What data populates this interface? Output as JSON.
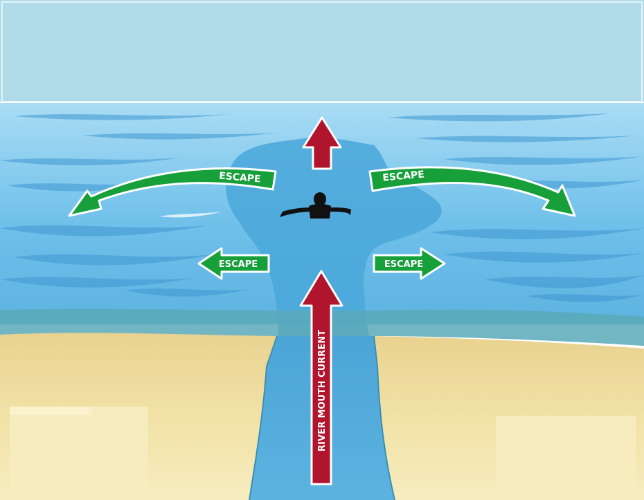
{
  "labels": {
    "escape_upper_left": "ESCAPE",
    "escape_upper_right": "ESCAPE",
    "escape_lower_left": "ESCAPE",
    "escape_lower_right": "ESCAPE",
    "current": "RIVER MOUTH CURRENT"
  },
  "colors": {
    "sky": "#b2dbea",
    "sea": "#6cbfe8",
    "current_water": "#4aa6d8",
    "sand": "#f2e3a8",
    "escape_arrow": "#17a03a",
    "current_arrow": "#b0152d",
    "swimmer": "#111111"
  },
  "icons": {
    "swimmer": "swimmer-icon"
  }
}
